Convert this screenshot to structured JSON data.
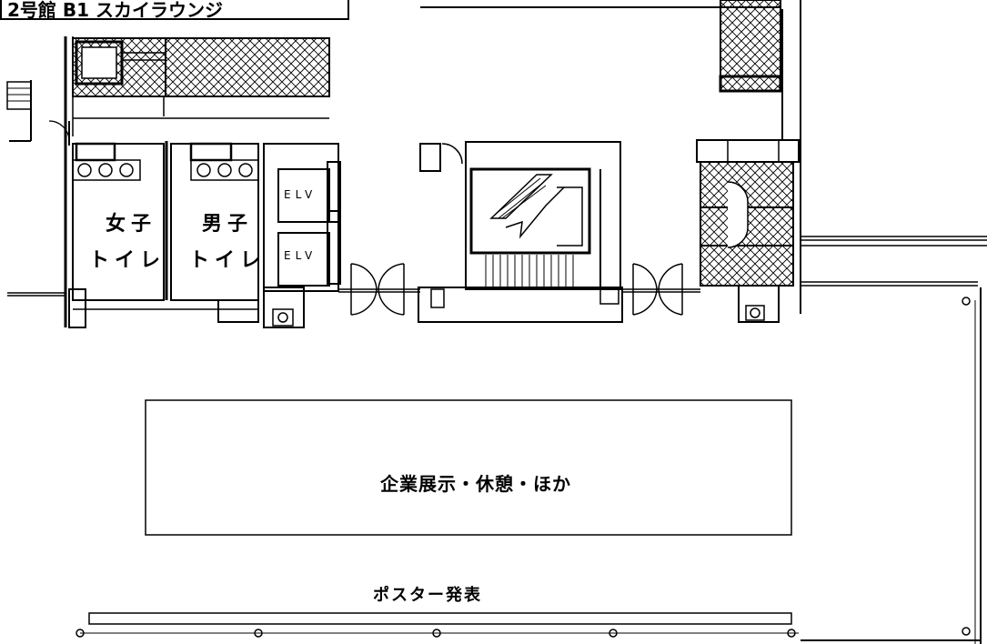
{
  "floor_title": "2号館 B1 スカイラウンジ",
  "rooms": {
    "women_toilet": {
      "line1": "女子",
      "line2": "トイレ"
    },
    "men_toilet": {
      "line1": "男子",
      "line2": "トイレ"
    }
  },
  "elevators": {
    "upper": "ELV",
    "lower": "ELV"
  },
  "exhibit_area": "企業展示・休憩・ほか",
  "poster_area": "ポスター発表"
}
